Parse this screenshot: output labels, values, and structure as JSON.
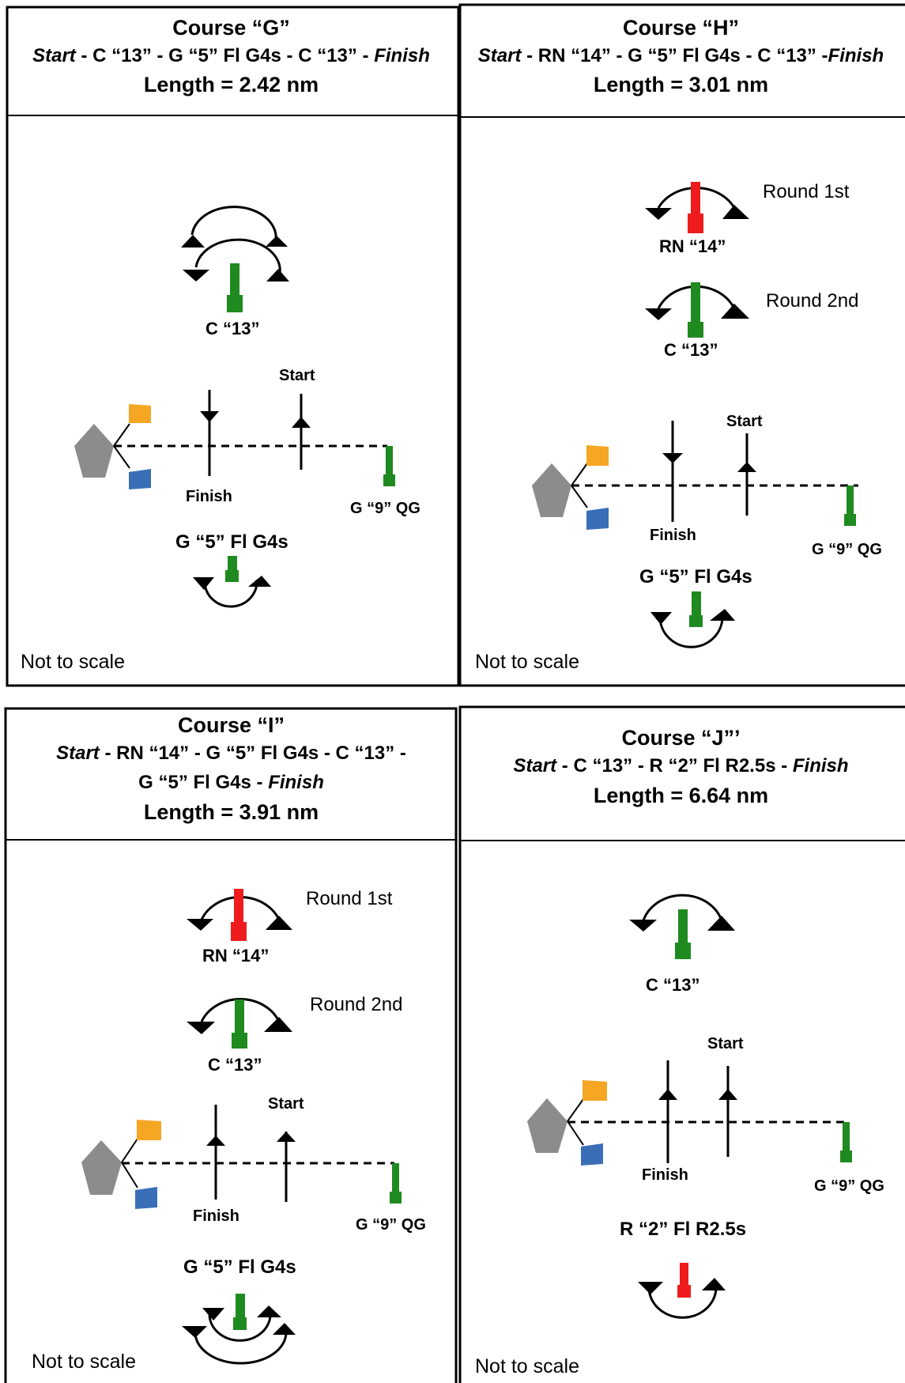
{
  "panels": {
    "g": {
      "title": "Course “G”",
      "route_start": "Start",
      "route_middle": " - C “13” - G “5” Fl G4s - C “13” - ",
      "route_finish": "Finish",
      "length": "Length = 2.42 nm",
      "labels": {
        "c13": "C  “13”",
        "start": "Start",
        "finish": "Finish",
        "g9qg": "G “9” QG",
        "g5fl": "G “5” Fl G4s"
      },
      "note": "Not to scale"
    },
    "h": {
      "title": "Course “H”",
      "route_start": "Start",
      "route_middle": " - RN “14” - G “5” Fl G4s - C “13” -",
      "route_finish": "Finish",
      "length": "Length = 3.01 nm",
      "labels": {
        "round1": "Round 1st",
        "rn14": "RN “14”",
        "round2": "Round 2nd",
        "c13": "C  “13”",
        "start": "Start",
        "finish": "Finish",
        "g9qg": "G “9” QG",
        "g5fl": "G “5” Fl G4s"
      },
      "note": "Not to scale"
    },
    "i": {
      "title": "Course “I”",
      "route_start": "Start",
      "route_line1": " - RN “14” - G “5” Fl G4s - C “13” -",
      "route_line2": "G “5” Fl G4s - ",
      "route_finish": "Finish",
      "length": "Length = 3.91 nm",
      "labels": {
        "round1": "Round 1st",
        "rn14": "RN “14”",
        "round2": "Round 2nd",
        "c13": "C  “13”",
        "start": "Start",
        "finish": "Finish",
        "g9qg": "G “9” QG",
        "g5fl": "G “5” Fl G4s"
      },
      "note": "Not to scale"
    },
    "j": {
      "title": "Course “J”’",
      "route_start": "Start",
      "route_middle": " - C “13” - R “2” Fl R2.5s - ",
      "route_finish": "Finish",
      "length": "Length = 6.64 nm",
      "labels": {
        "c13": "C  “13”",
        "start": "Start",
        "finish": "Finish",
        "g9qg": "G “9” QG",
        "r2fl": "R “2” Fl R2.5s"
      },
      "note": "Not to scale"
    }
  },
  "colors": {
    "green_mark": "#1f8a1f",
    "red_mark": "#ee1c1c",
    "committee_boat": "#8c8c8c",
    "orange_flag": "#f5a623",
    "blue_flag": "#3a6fb7"
  }
}
